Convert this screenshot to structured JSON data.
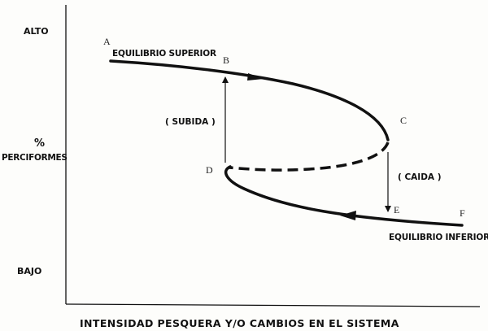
{
  "diagram": {
    "y_axis": {
      "high_label": "ALTO",
      "title_symbol": "%",
      "title": "PERCIFORMES",
      "low_label": "BAJO"
    },
    "x_axis": {
      "title": "INTENSIDAD PESQUERA Y/O CAMBIOS EN EL SISTEMA"
    },
    "points": {
      "A": "A",
      "B": "B",
      "C": "C",
      "D": "D",
      "E": "E",
      "F": "F"
    },
    "states": {
      "upper": "EQUILIBRIO SUPERIOR",
      "lower": "EQUILIBRIO INFERIOR"
    },
    "transitions": {
      "rise": "( SUBIDA )",
      "fall": "( CAIDA )"
    },
    "colors": {
      "ink": "#111111",
      "background": "#fdfdfb"
    }
  }
}
